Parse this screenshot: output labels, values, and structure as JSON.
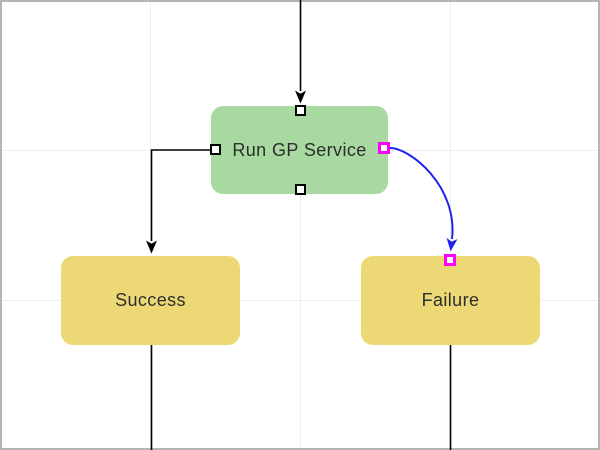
{
  "diagram": {
    "background_color": "#ffffff",
    "grid_color": "#ededed",
    "border_color": "#b5b5b5",
    "edge_color": "#000000",
    "selected_edge_color": "#2222ee",
    "selected_port_color": "#ff00ff",
    "port_fill": "#ffffff",
    "port_border_color": "#000000",
    "text_color": "#2e2e2e"
  },
  "nodes": [
    {
      "label": "Run GP Service",
      "fill": "#a7d9a0"
    },
    {
      "label": "Success",
      "fill": "#ecd975"
    },
    {
      "label": "Failure",
      "fill": "#ecd975"
    }
  ]
}
